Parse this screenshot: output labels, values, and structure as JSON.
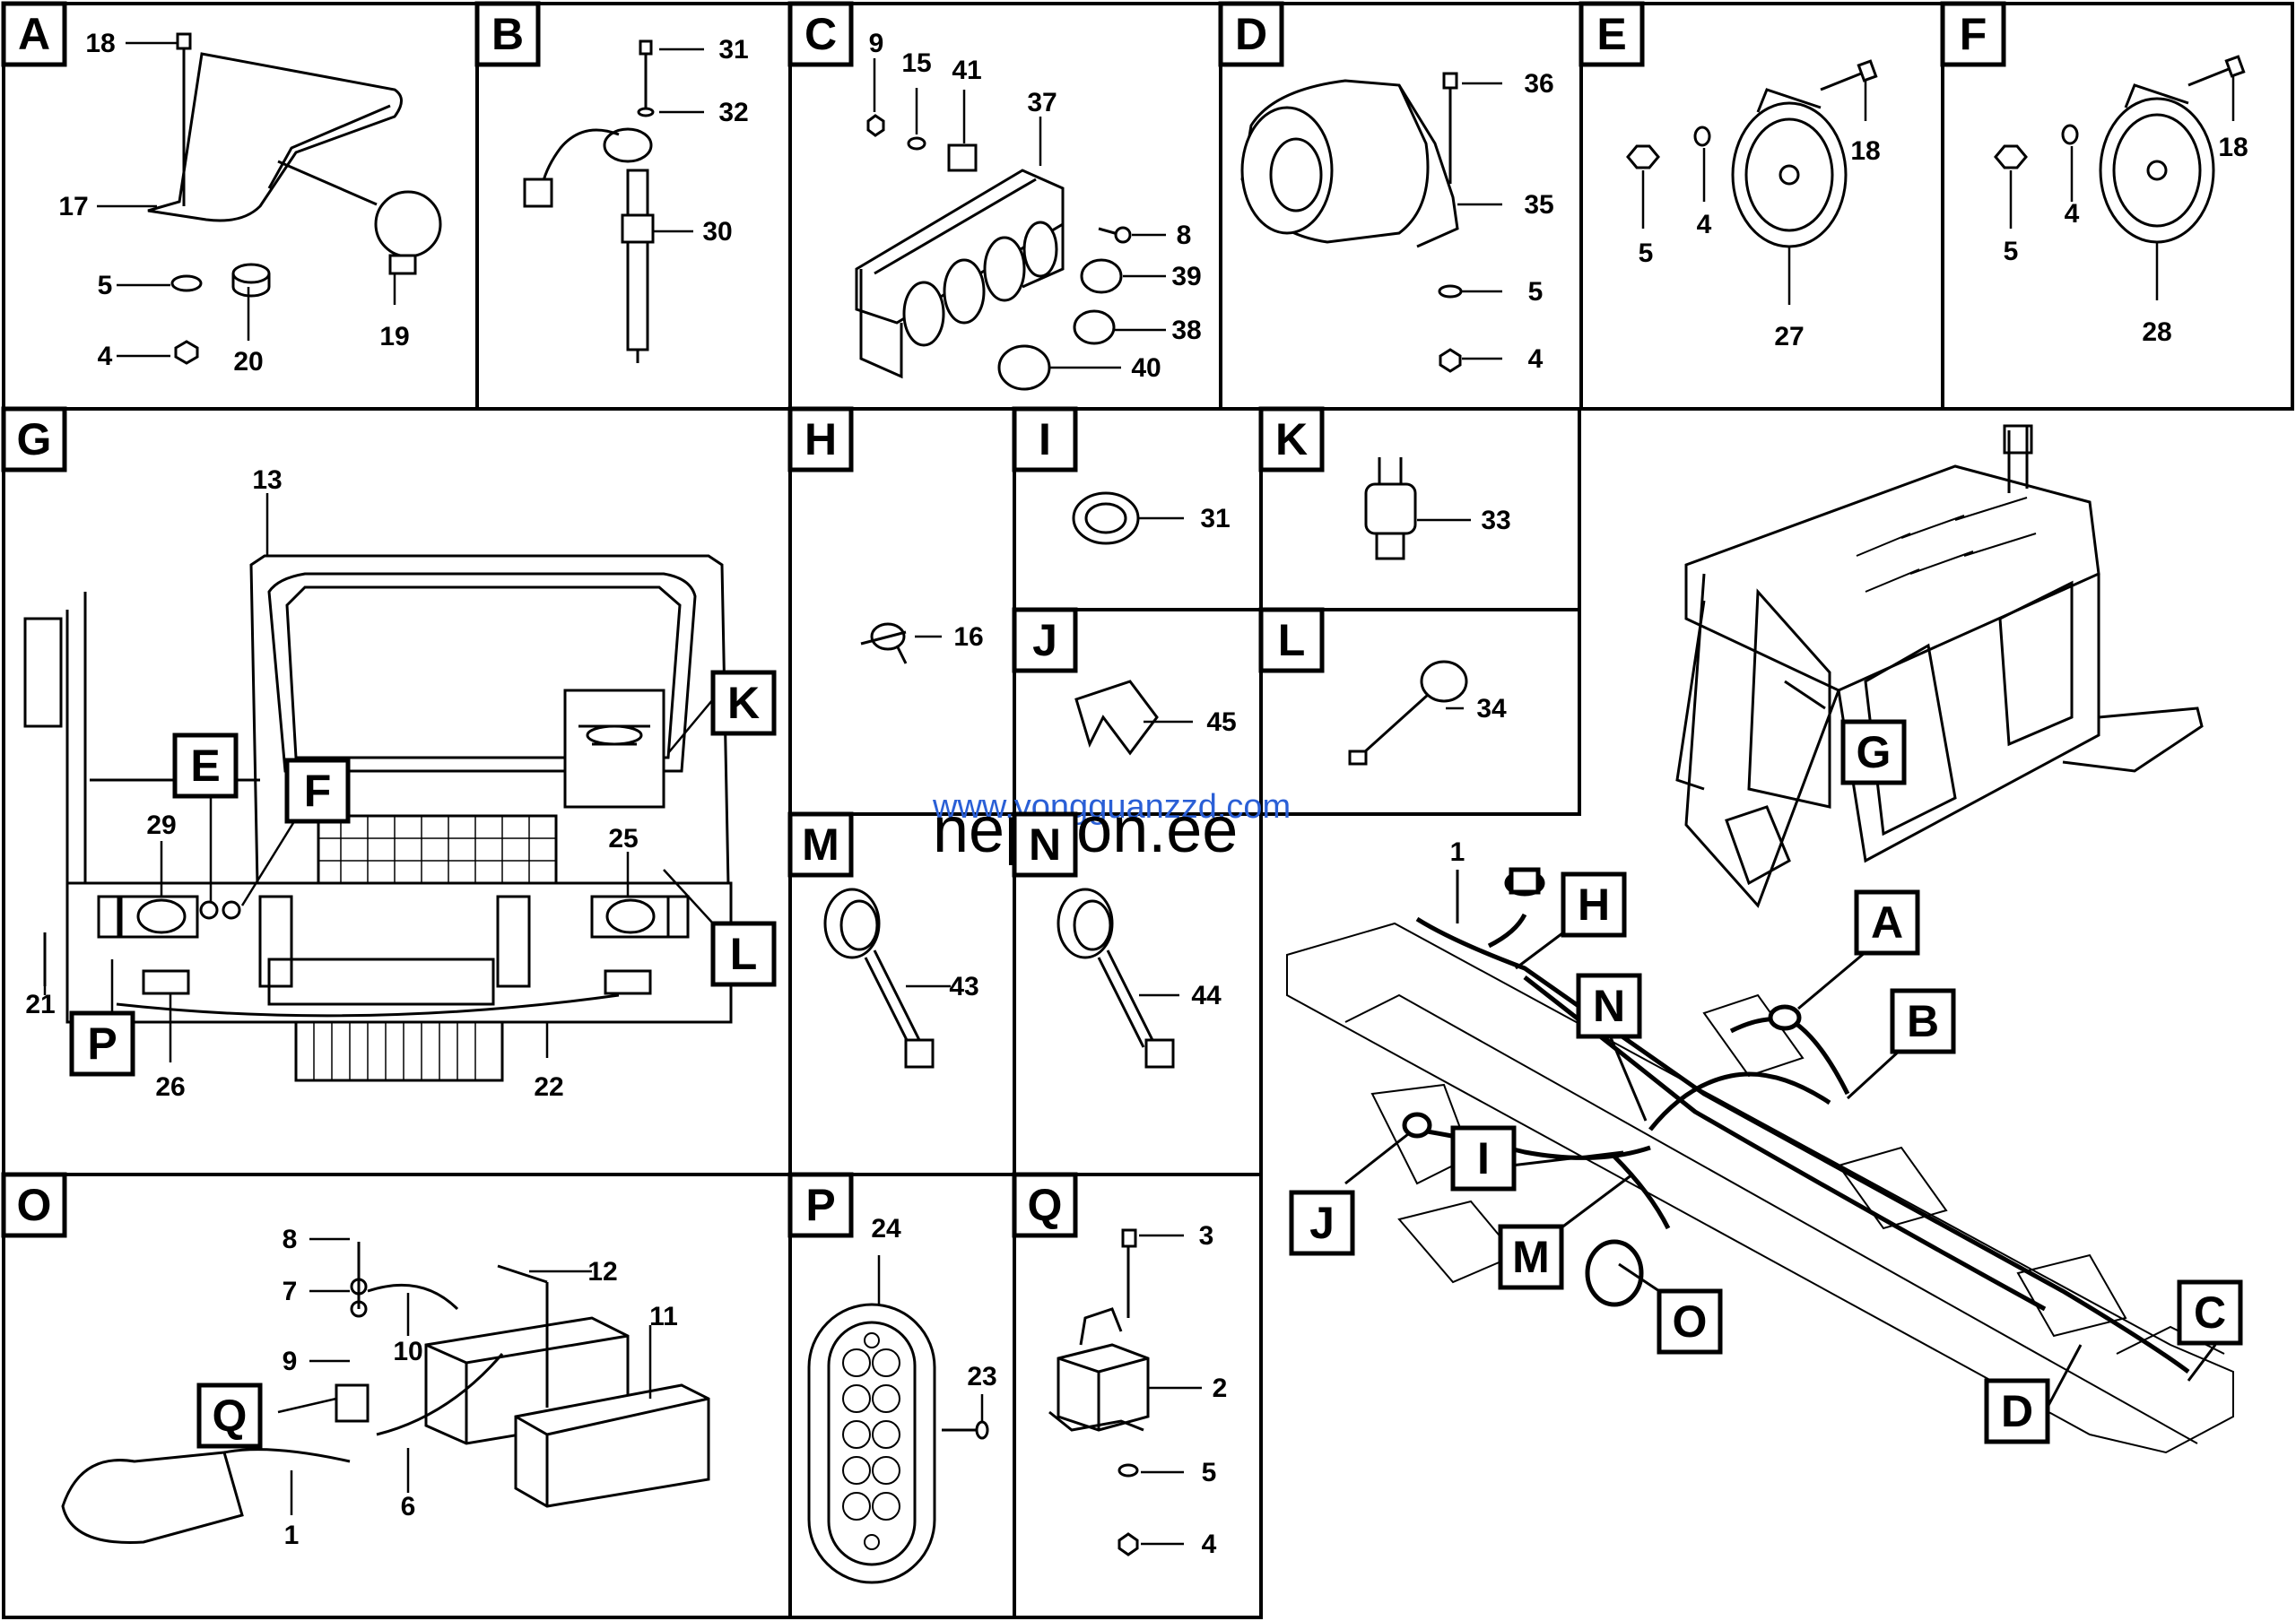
{
  "panels": [
    {
      "id": "A",
      "parts": [
        "18",
        "17",
        "5",
        "4",
        "20",
        "19"
      ]
    },
    {
      "id": "B",
      "parts": [
        "31",
        "32",
        "30"
      ]
    },
    {
      "id": "C",
      "parts": [
        "9",
        "15",
        "41",
        "37",
        "8",
        "39",
        "38",
        "40"
      ]
    },
    {
      "id": "D",
      "parts": [
        "36",
        "35",
        "5",
        "4"
      ]
    },
    {
      "id": "E",
      "parts": [
        "18",
        "4",
        "5",
        "27"
      ]
    },
    {
      "id": "F",
      "parts": [
        "18",
        "4",
        "5",
        "28"
      ]
    },
    {
      "id": "G",
      "parts": [
        "13",
        "29",
        "25",
        "21",
        "26",
        "22"
      ],
      "callouts": [
        "E",
        "F",
        "K",
        "L",
        "P"
      ]
    },
    {
      "id": "H",
      "parts": [
        "16"
      ]
    },
    {
      "id": "I",
      "parts": [
        "31"
      ]
    },
    {
      "id": "J",
      "parts": [
        "45"
      ]
    },
    {
      "id": "K",
      "parts": [
        "33"
      ]
    },
    {
      "id": "L",
      "parts": [
        "34"
      ]
    },
    {
      "id": "M",
      "parts": [
        "43"
      ]
    },
    {
      "id": "N",
      "parts": [
        "44"
      ]
    },
    {
      "id": "O",
      "parts": [
        "8",
        "7",
        "9",
        "10",
        "12",
        "11",
        "1",
        "6"
      ],
      "callouts": [
        "Q"
      ]
    },
    {
      "id": "P",
      "parts": [
        "24",
        "23"
      ]
    },
    {
      "id": "Q",
      "parts": [
        "3",
        "2",
        "5",
        "4"
      ]
    }
  ],
  "overview": {
    "cab_callout": "G",
    "harness_part": "1",
    "callouts": [
      "H",
      "A",
      "N",
      "B",
      "I",
      "J",
      "M",
      "O",
      "C",
      "D"
    ]
  },
  "watermark": {
    "line1": "www.yongguanzzd.com",
    "line2": "neppon.ee"
  },
  "colors": {
    "ink": "#000000",
    "paper": "#ffffff",
    "watermark_blue": "#2a5fd6"
  }
}
